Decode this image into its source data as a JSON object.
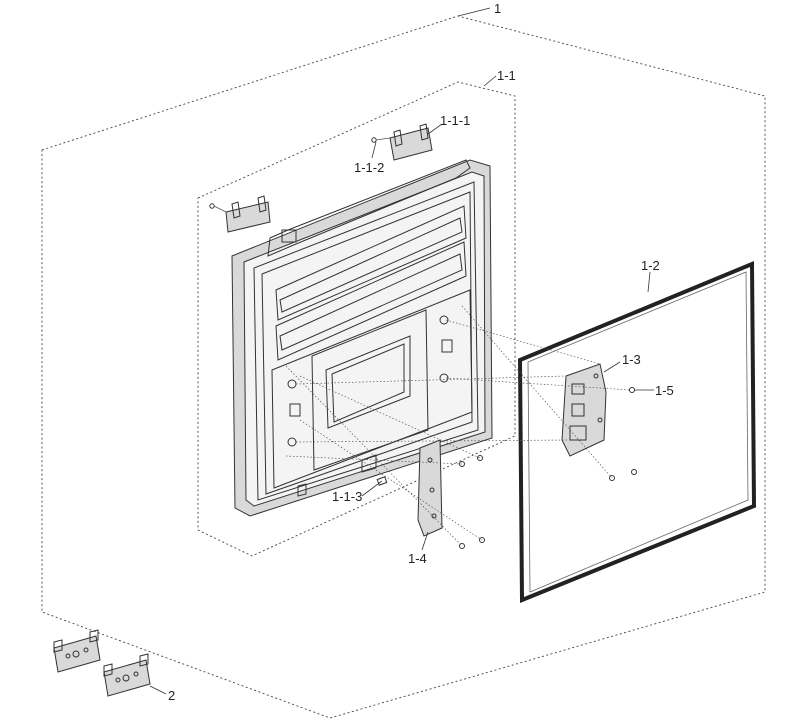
{
  "callouts": {
    "c1": "1",
    "c1_1": "1-1",
    "c1_1_1": "1-1-1",
    "c1_1_2": "1-1-2",
    "c1_1_3": "1-1-3",
    "c1_2": "1-2",
    "c1_3": "1-3",
    "c1_4": "1-4",
    "c1_5": "1-5",
    "c2": "2"
  }
}
